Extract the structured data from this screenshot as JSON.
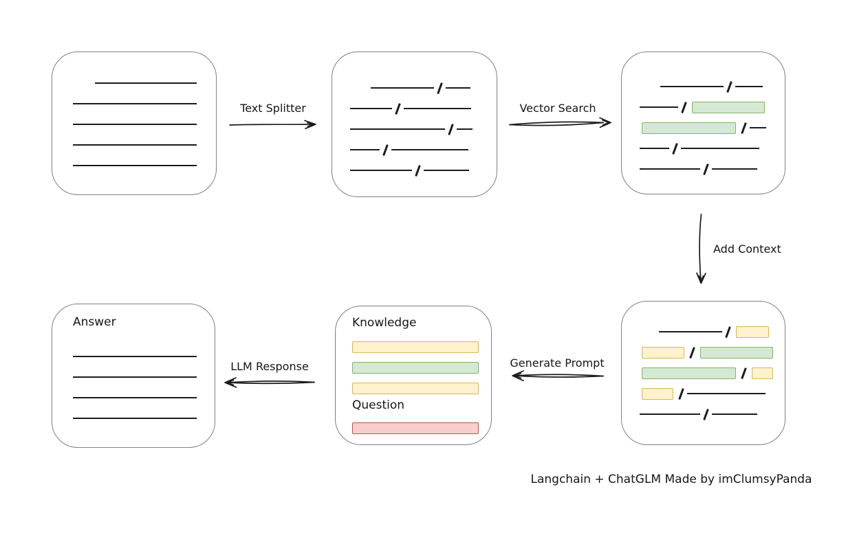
{
  "palette": {
    "line_color": "#1b1b1b",
    "box_border": "#7f7f7f",
    "green_fill": "#d5e8d4",
    "green_stroke": "#82b366",
    "yellow_fill": "#fff2cc",
    "yellow_stroke": "#d6b656",
    "red_fill": "#f8cecc",
    "red_stroke": "#b85450"
  },
  "caption": "Langchain + ChatGLM Made by imClumsyPanda",
  "arrows": {
    "text_splitter": {
      "label": "Text Splitter"
    },
    "vector_search": {
      "label": "Vector Search"
    },
    "add_context": {
      "label": "Add Context"
    },
    "generate_prompt": {
      "label": "Generate Prompt"
    },
    "llm_response": {
      "label": "LLM Response"
    }
  },
  "boxes": {
    "source_document": {
      "rows": [
        [
          {
            "t": "line",
            "w": 148,
            "ml": 32
          }
        ],
        [
          {
            "t": "line",
            "w": 180
          }
        ],
        [
          {
            "t": "line",
            "w": 180
          }
        ],
        [
          {
            "t": "line",
            "w": 180
          }
        ],
        [
          {
            "t": "line",
            "w": 180
          }
        ]
      ]
    },
    "split_chunks": {
      "rows": [
        [
          {
            "t": "line",
            "w": 92,
            "ml": 30
          },
          {
            "t": "slash"
          },
          {
            "t": "line",
            "w": 36
          }
        ],
        [
          {
            "t": "line",
            "w": 61
          },
          {
            "t": "slash"
          },
          {
            "t": "line",
            "w": 98
          }
        ],
        [
          {
            "t": "line",
            "w": 138
          },
          {
            "t": "slash"
          },
          {
            "t": "line",
            "w": 23
          }
        ],
        [
          {
            "t": "line",
            "w": 43
          },
          {
            "t": "slash"
          },
          {
            "t": "line",
            "w": 112
          }
        ],
        [
          {
            "t": "line",
            "w": 90
          },
          {
            "t": "slash"
          },
          {
            "t": "line",
            "w": 66
          }
        ]
      ]
    },
    "matched_chunks": {
      "rows": [
        [
          {
            "t": "line",
            "w": 92,
            "ml": 30
          },
          {
            "t": "slash"
          },
          {
            "t": "line",
            "w": 40
          }
        ],
        [
          {
            "t": "line",
            "w": 56
          },
          {
            "t": "slash"
          },
          {
            "t": "green",
            "w": 106
          }
        ],
        [
          {
            "t": "green",
            "w": 137
          },
          {
            "t": "slash"
          },
          {
            "t": "line",
            "w": 24
          }
        ],
        [
          {
            "t": "line",
            "w": 43
          },
          {
            "t": "slash"
          },
          {
            "t": "line",
            "w": 114
          }
        ],
        [
          {
            "t": "line",
            "w": 88
          },
          {
            "t": "slash"
          },
          {
            "t": "line",
            "w": 66
          }
        ]
      ]
    },
    "context_chunks": {
      "rows": [
        [
          {
            "t": "line",
            "w": 92,
            "ml": 28
          },
          {
            "t": "slash"
          },
          {
            "t": "yellow",
            "w": 48
          }
        ],
        [
          {
            "t": "yellow",
            "w": 62
          },
          {
            "t": "slash"
          },
          {
            "t": "green",
            "w": 106
          }
        ],
        [
          {
            "t": "green",
            "w": 137
          },
          {
            "t": "slash"
          },
          {
            "t": "yellow",
            "w": 31
          }
        ],
        [
          {
            "t": "yellow",
            "w": 46
          },
          {
            "t": "slash"
          },
          {
            "t": "line",
            "w": 114
          }
        ],
        [
          {
            "t": "line",
            "w": 88
          },
          {
            "t": "slash"
          },
          {
            "t": "line",
            "w": 66
          }
        ]
      ]
    },
    "prompt": {
      "knowledge_label": "Knowledge",
      "question_label": "Question",
      "knowledge_rows": [
        [
          {
            "t": "yellow",
            "w": 184
          }
        ],
        [
          {
            "t": "green",
            "w": 184
          }
        ],
        [
          {
            "t": "yellow",
            "w": 184
          }
        ]
      ],
      "question_rows": [
        [
          {
            "t": "red",
            "w": 184
          }
        ]
      ]
    },
    "answer": {
      "label": "Answer",
      "rows": [
        [
          {
            "t": "line",
            "w": 180
          }
        ],
        [
          {
            "t": "line",
            "w": 180
          }
        ],
        [
          {
            "t": "line",
            "w": 180
          }
        ],
        [
          {
            "t": "line",
            "w": 180
          }
        ]
      ]
    }
  }
}
